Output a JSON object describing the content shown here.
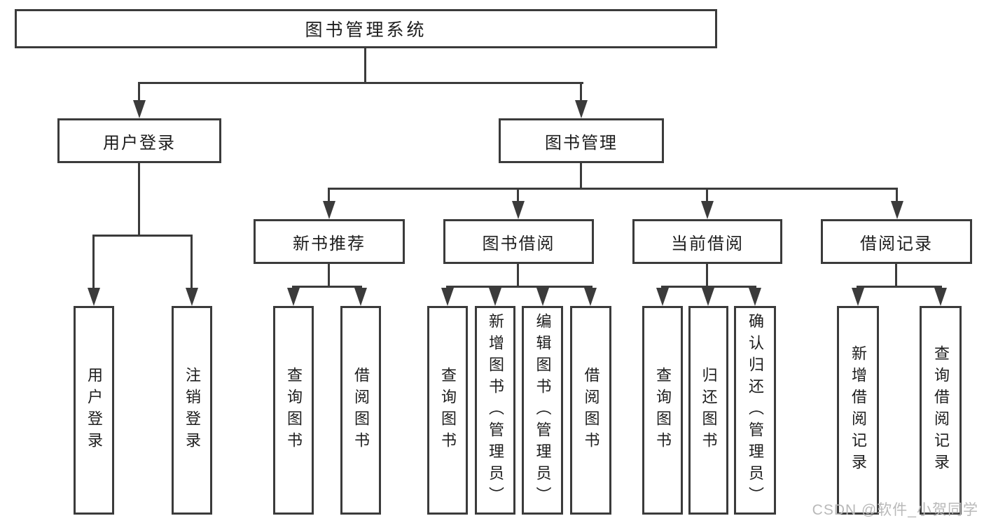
{
  "colors": {
    "line": "#3b3b3b",
    "text": "#1d1d1d",
    "background": "#ffffff",
    "watermark": "#b9b9b9"
  },
  "watermark": {
    "text": "CSDN @软件_小贺同学"
  },
  "diagram": {
    "title": "图书管理系统",
    "branches": [
      {
        "label": "用户登录",
        "leaves": [
          {
            "label": "用户登录"
          },
          {
            "label": "注销登录"
          }
        ]
      },
      {
        "label": "图书管理",
        "sections": [
          {
            "label": "新书推荐",
            "leaves": [
              {
                "label": "查询图书"
              },
              {
                "label": "借阅图书"
              }
            ]
          },
          {
            "label": "图书借阅",
            "leaves": [
              {
                "label": "查询图书"
              },
              {
                "label": "新增图书（管理员）"
              },
              {
                "label": "编辑图书（管理员）"
              },
              {
                "label": "借阅图书"
              }
            ]
          },
          {
            "label": "当前借阅",
            "leaves": [
              {
                "label": "查询图书"
              },
              {
                "label": "归还图书"
              },
              {
                "label": "确认归还（管理员）"
              }
            ]
          },
          {
            "label": "借阅记录",
            "leaves": [
              {
                "label": "新增借阅记录"
              },
              {
                "label": "查询借阅记录"
              }
            ]
          }
        ]
      }
    ]
  }
}
